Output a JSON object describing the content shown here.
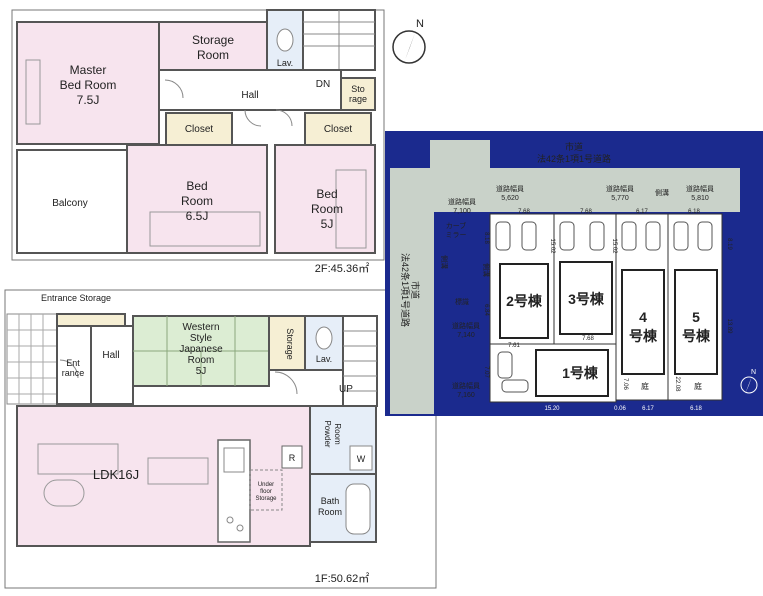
{
  "floor2": {
    "area": "2F:45.36㎡",
    "rooms": {
      "master_line1": "Master",
      "master_line2": "Bed Room",
      "master_line3": "7.5J",
      "storage_line1": "Storage",
      "storage_line2": "Room",
      "lav": "Lav.",
      "dn": "DN",
      "hall": "Hall",
      "sto_line1": "Sto",
      "sto_line2": "rage",
      "closet1": "Closet",
      "closet2": "Closet",
      "balcony": "Balcony",
      "bed2_line1": "Bed",
      "bed2_line2": "Room",
      "bed2_line3": "6.5J",
      "bed3_line1": "Bed",
      "bed3_line2": "Room",
      "bed3_line3": "5J"
    }
  },
  "floor1": {
    "area": "1F:50.62㎡",
    "rooms": {
      "entrance_storage": "Entrance Storage",
      "ent_line1": "Ent",
      "ent_line2": "rance",
      "hall": "Hall",
      "jp_line1": "Western",
      "jp_line2": "Style",
      "jp_line3": "Japanese",
      "jp_line4": "Room",
      "jp_line5": "5J",
      "storage": "Storage",
      "lav": "Lav.",
      "up": "UP",
      "ldk": "LDK16J",
      "r": "R",
      "underfloor_line1": "Under",
      "underfloor_line2": "floor",
      "underfloor_line3": "Storage",
      "powder_line1": "Powder",
      "powder_line2": "Room",
      "w": "W",
      "bath_line1": "Bath",
      "bath_line2": "Room"
    }
  },
  "site_plan": {
    "road_top_line1": "市道",
    "road_top_line2": "法42条1項1号道路",
    "road_left_line1": "市道",
    "road_left_line2": "法42条1項1号道路",
    "widths": {
      "w1_label": "道路幅員",
      "w1_value": "5,620",
      "w2_label": "道路幅員",
      "w2_value": "5,770",
      "w3_label": "道路幅員",
      "w3_value": "5,810",
      "w4_label": "道路幅員",
      "w4_value": "7,100",
      "w5_label": "道路幅員",
      "w5_value": "7,140",
      "w6_label": "道路幅員",
      "w6_value": "7,160"
    },
    "side_ditch1": "側溝",
    "side_ditch2": "側溝",
    "side_ditch3": "側溝",
    "curve_mirror_line1": "カーブ",
    "curve_mirror_line2": "ミラー",
    "pole": "標識",
    "houses": {
      "h1": "1号棟",
      "h2": "2号棟",
      "h3": "3号棟",
      "h4_line1": "4",
      "h4_line2": "号棟",
      "h5_line1": "5",
      "h5_line2": "号棟"
    },
    "garden1": "庭",
    "garden2": "庭",
    "dims": {
      "d1": "7.68",
      "d2": "7.68",
      "d3": "6.17",
      "d4": "6.18",
      "d5": "8.18",
      "d6": "15.02",
      "d7": "15.02",
      "d8": "8.19",
      "d9": "6.84",
      "d10": "7.61",
      "d11": "7.68",
      "d12": "13.89",
      "d13": "7.07",
      "d14": "7.06",
      "d15": "22.08",
      "d16": "15.20",
      "d17": "0.06",
      "d18": "6.17",
      "d19": "6.18"
    },
    "north": "N"
  },
  "north_top": "N",
  "colors": {
    "pink_room": "#f7e4ee",
    "green_room": "#dcedd3",
    "blue_wet": "#e6eef8",
    "cream_closet": "#f6efd4",
    "site_bg": "#1b2a8e",
    "wall": "#666666"
  }
}
